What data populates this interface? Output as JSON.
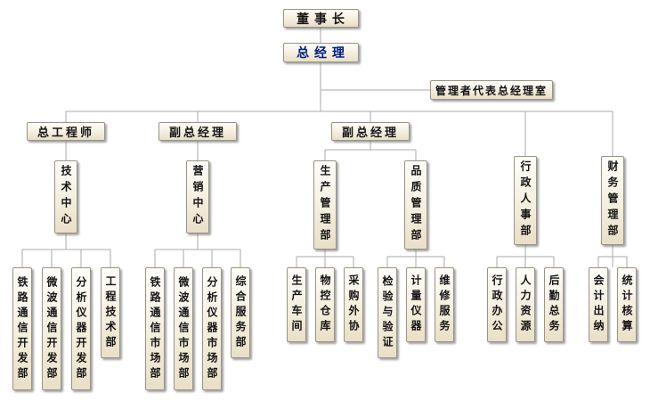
{
  "colors": {
    "line": "#a8a8a8",
    "box-border": "#9a9387",
    "box-fill-top": "#fffefa",
    "box-fill-bottom": "#e9dfc7",
    "text": "#141414",
    "gm-text": "#001c86"
  },
  "chart": {
    "chairman": {
      "label": "董 事 长"
    },
    "general_manager": {
      "label": "总 经 理"
    },
    "rep_office": {
      "label": "管理者代表总经理室"
    },
    "branches": [
      {
        "head": "总工程师",
        "center": "技术中心",
        "departments": [
          "铁路通信开发部",
          "微波通信开发部",
          "分析仪器开发部",
          "工程技术部"
        ]
      },
      {
        "head": "副总经理",
        "center": "营销中心",
        "departments": [
          "铁路通信市场部",
          "微波通信市场部",
          "分析仪器市场部",
          "综合服务部"
        ]
      },
      {
        "head": "副总经理",
        "centers": [
          {
            "name": "生产管理部",
            "departments": [
              "生产车间",
              "物控仓库",
              "采购外协"
            ]
          },
          {
            "name": "品质管理部",
            "departments": [
              "检验与验证",
              "计量仪器",
              "维修服务"
            ]
          }
        ]
      },
      {
        "center": "行政人事部",
        "departments": [
          "行政办公",
          "人力资源",
          "后勤总务"
        ]
      },
      {
        "center": "财务管理部",
        "departments": [
          "会计出纳",
          "统计核算"
        ]
      }
    ]
  }
}
